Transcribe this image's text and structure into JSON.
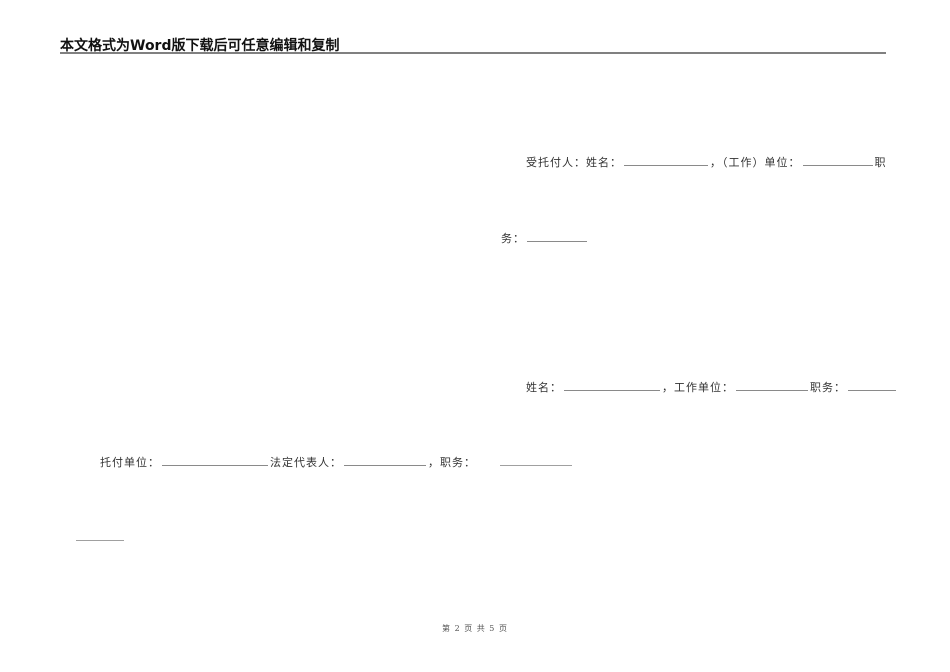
{
  "header": {
    "title": "本文格式为Word版下载后可任意编辑和复制"
  },
  "document": {
    "trustee_line": {
      "label": "受托付人：姓名：",
      "sep1": "，（工作）单位：",
      "trail": "职"
    },
    "trustee_line2": {
      "label": "务："
    },
    "person_line": {
      "name_label": "姓名：",
      "unit_label": "，工作单位：",
      "position_label": "职务："
    },
    "entrust_line": {
      "unit_label": "托付单位：",
      "rep_label": "法定代表人：",
      "position_label": "，职务："
    }
  },
  "footer": {
    "page_info": "第 2 页 共 5 页"
  }
}
